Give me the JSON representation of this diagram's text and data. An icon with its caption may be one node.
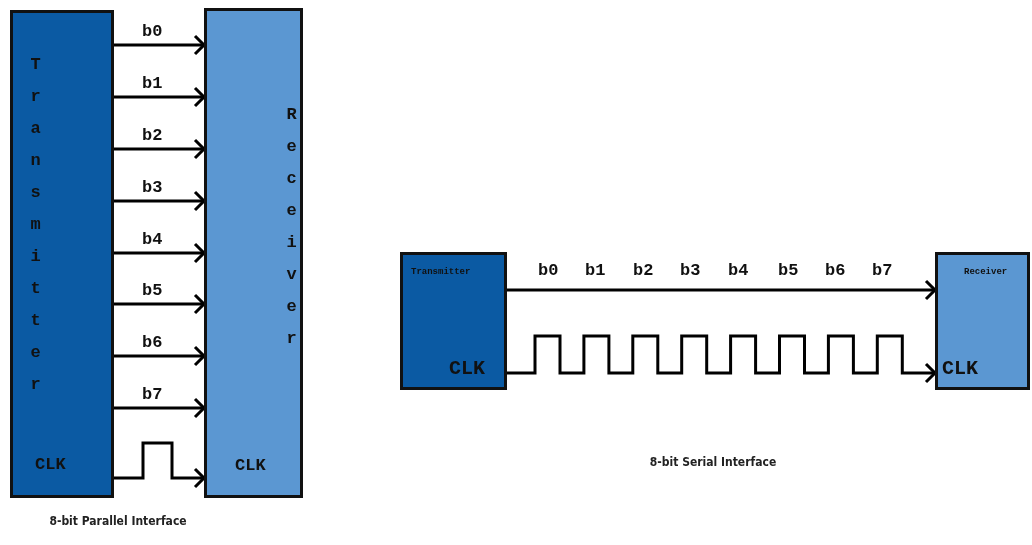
{
  "diagram": {
    "nodes": [
      {
        "text": [
          "Transmitter",
          "CLK"
        ]
      },
      {
        "text": [
          "Receiver",
          "CLK"
        ]
      },
      {
        "text": [
          "Transmitter",
          "CLK"
        ]
      },
      {
        "text": [
          "Receiver",
          "CLK"
        ]
      }
    ],
    "edges": [
      {
        "from": 0,
        "to": 1,
        "arrow": "to",
        "label": "b0"
      },
      {
        "from": 0,
        "to": 1,
        "arrow": "to",
        "label": "b1"
      },
      {
        "from": 0,
        "to": 1,
        "arrow": "to",
        "label": "b2"
      },
      {
        "from": 0,
        "to": 1,
        "arrow": "to",
        "label": "b3"
      },
      {
        "from": 0,
        "to": 1,
        "arrow": "to",
        "label": "b4"
      },
      {
        "from": 0,
        "to": 1,
        "arrow": "to",
        "label": "b5"
      },
      {
        "from": 0,
        "to": 1,
        "arrow": "to",
        "label": "b6"
      },
      {
        "from": 0,
        "to": 1,
        "arrow": "to",
        "label": "b7"
      },
      {
        "from": 0,
        "to": 1,
        "arrow": "to"
      },
      {
        "from": 2,
        "to": 3,
        "arrow": "to"
      },
      {
        "from": 2,
        "to": 3,
        "arrow": "to"
      }
    ],
    "labels": [
      "b0",
      "b1",
      "b2",
      "b3",
      "b4",
      "b5",
      "b6",
      "b7",
      "8-bit Serial Interface",
      "8-bit Parallel Interface"
    ]
  }
}
